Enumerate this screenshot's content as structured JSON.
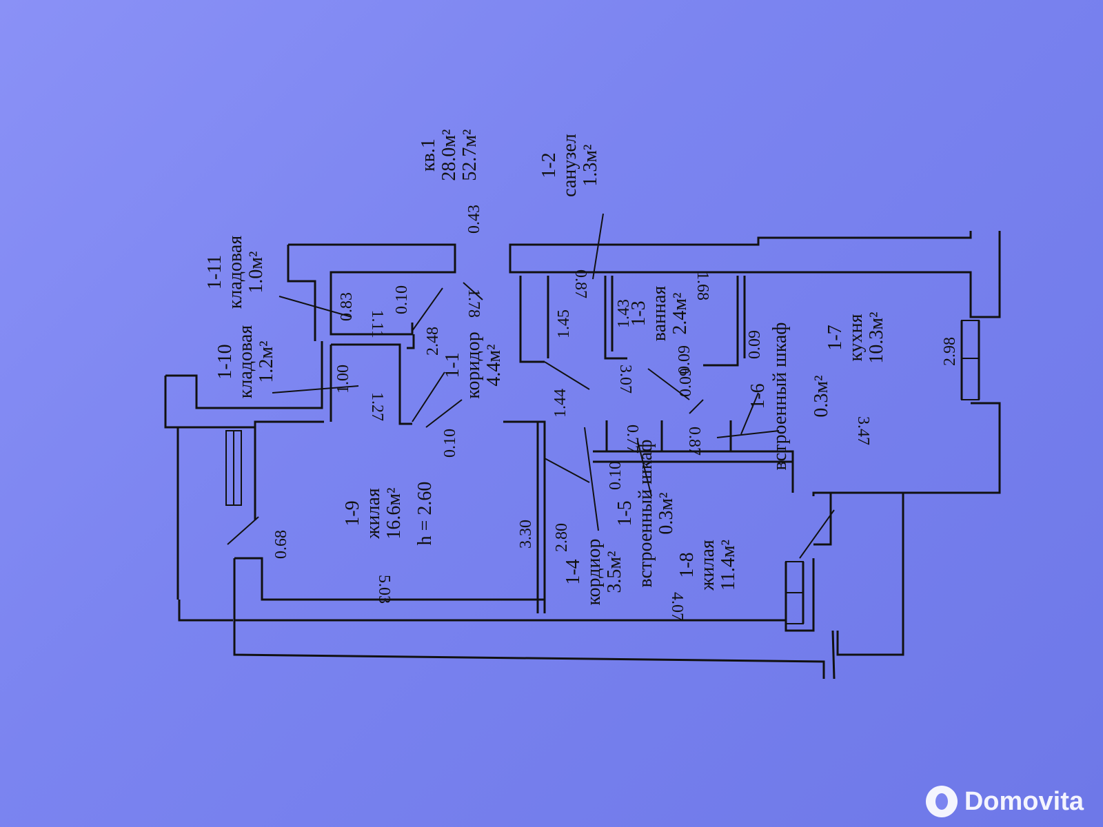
{
  "apartment": {
    "name": "кв.1",
    "living_area": "28.0м²",
    "total_area": "52.7м²"
  },
  "rooms": [
    {
      "id": "1-1",
      "name": "коридор",
      "area": "4.4м²"
    },
    {
      "id": "1-2",
      "name": "санузел",
      "area": "1.3м²"
    },
    {
      "id": "1-3",
      "name": "ванная",
      "area": "2.4м²"
    },
    {
      "id": "1-4",
      "name": "кордиор",
      "area": "3.5м²"
    },
    {
      "id": "1-5",
      "name": "встроенный шкаф",
      "area": "0.3м²"
    },
    {
      "id": "1-6",
      "name": "встроенный шкаф",
      "area": "0.3м²"
    },
    {
      "id": "1-7",
      "name": "кухня",
      "area": "10.3м²"
    },
    {
      "id": "1-8",
      "name": "жилая",
      "area": "11.4м²"
    },
    {
      "id": "1-9",
      "name": "жилая",
      "area": "16.6м²",
      "height": "h = 2.60"
    },
    {
      "id": "1-10",
      "name": "кладовая",
      "area": "1.2м²"
    },
    {
      "id": "1-11",
      "name": "кладовая",
      "area": "1.0м²"
    }
  ],
  "dimensions": [
    "0.43",
    "0.83",
    "0.10",
    "1.11",
    "2.48",
    "1.00",
    "1.27",
    "0.10",
    "1.78",
    "0.87",
    "1.45",
    "1.43",
    "1.68",
    "0.09",
    "0.09",
    "3.07",
    "1.44",
    "0.09",
    "0.77",
    "0.87",
    "0.10",
    "2.80",
    "3.30",
    "0.68",
    "5.03",
    "4.07",
    "3.47",
    "2.98"
  ],
  "watermark": "Domovita",
  "colors": {
    "paper": "#7b84f0",
    "ink": "#111111"
  }
}
